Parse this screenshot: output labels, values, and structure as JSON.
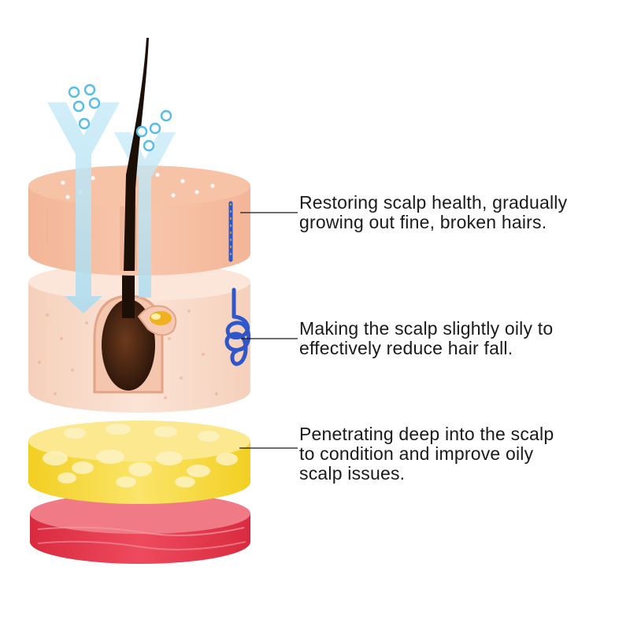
{
  "callouts": [
    {
      "lines": [
        "Restoring scalp health, gradually",
        "growing out fine, broken hairs."
      ]
    },
    {
      "lines": [
        "Making the scalp slightly oily to",
        "effectively reduce hair fall."
      ]
    },
    {
      "lines": [
        "Penetrating deep into the scalp",
        "to condition and improve oily",
        "scalp issues."
      ]
    }
  ],
  "colors": {
    "epidermis": "#f5b898",
    "dermis": "#f9d9c6",
    "fat": "#f4d42a",
    "muscle": "#e33a4e",
    "arrow": "#bfe6f5",
    "bubble": "#56bde8",
    "hair": "#1b0f08",
    "vessel": "#2f57c9",
    "gland": "#f0b020"
  }
}
